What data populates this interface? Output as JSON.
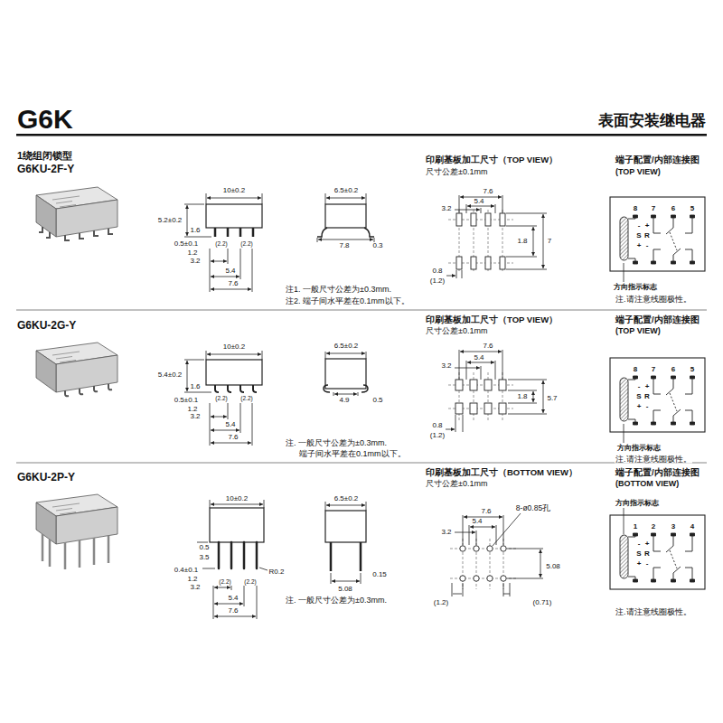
{
  "diagram": {
    "title": "G6K",
    "labels": [
      "表面安装继电器",
      "1绕组闭锁型",
      "G6KU-2F-Y",
      "10±0.2",
      "5.2±0.2",
      "1.6",
      "0.5±0.1",
      "1.2",
      "3.2",
      "(2.2)",
      "(2.2)",
      "5.4",
      "7.6",
      "6.5±0.2",
      "7.8",
      "0.3",
      "注1. 一般尺寸公差为±0.3mm.",
      "注2. 端子间水平差在0.1mm以下。",
      "印刷基板加工尺寸（TOP VIEW）",
      "尺寸公差±0.1mm",
      "7.6",
      "5.4",
      "3.2",
      "1.8",
      "7",
      "0.8",
      "(1.2)",
      "端子配置/内部连接图",
      "(TOP VIEW)",
      "8",
      "7",
      "6",
      "5",
      "-",
      "+",
      "S",
      "R",
      "+",
      "-",
      "方向指示标志",
      "注.请注意线圈极性。",
      "G6KU-2G-Y",
      "10±0.2",
      "5.4±0.2",
      "1.6",
      "0.5±0.1",
      "1.2",
      "3.2",
      "(2.2)",
      "(2.2)",
      "5.4",
      "7.6",
      "6.5±0.2",
      "4.9",
      "0.5",
      "注. 一般尺寸公差为±0.3mm.",
      "端子间水平差在0.1mm以下。",
      "印刷基板加工尺寸（TOP VIEW）",
      "尺寸公差±0.1mm",
      "7.6",
      "5.4",
      "3.2",
      "1.8",
      "5.7",
      "0.8",
      "(1.2)",
      "端子配置/内部连接图",
      "(TOP VIEW)",
      "8",
      "7",
      "6",
      "5",
      "-",
      "+",
      "S",
      "R",
      "+",
      "-",
      "方向指示标志",
      "注.请注意线圈极性。",
      "G6KU-2P-Y",
      "10±0.2",
      "0.5",
      "3.5",
      "0.4±0.1",
      "1.2",
      "3.2",
      "(2.2)",
      "(2.2)",
      "R0.2",
      "5.4",
      "7.6",
      "6.5±0.2",
      "0.15",
      "5.08",
      "注. 一般尺寸公差为±0.3mm.",
      "印刷基板加工尺寸（BOTTOM VIEW）",
      "尺寸公差±0.1mm",
      "7.6",
      "8-ø0.85孔",
      "5.4",
      "3.2",
      "5.08",
      "(1.2)",
      "(0.71)",
      "端子配置/内部连接图",
      "(BOTTOM VIEW)",
      "方向指示标志",
      "1",
      "2",
      "3",
      "4",
      "-",
      "+",
      "S",
      "R",
      "+",
      "-",
      "注.请注意线圈极性。"
    ]
  }
}
